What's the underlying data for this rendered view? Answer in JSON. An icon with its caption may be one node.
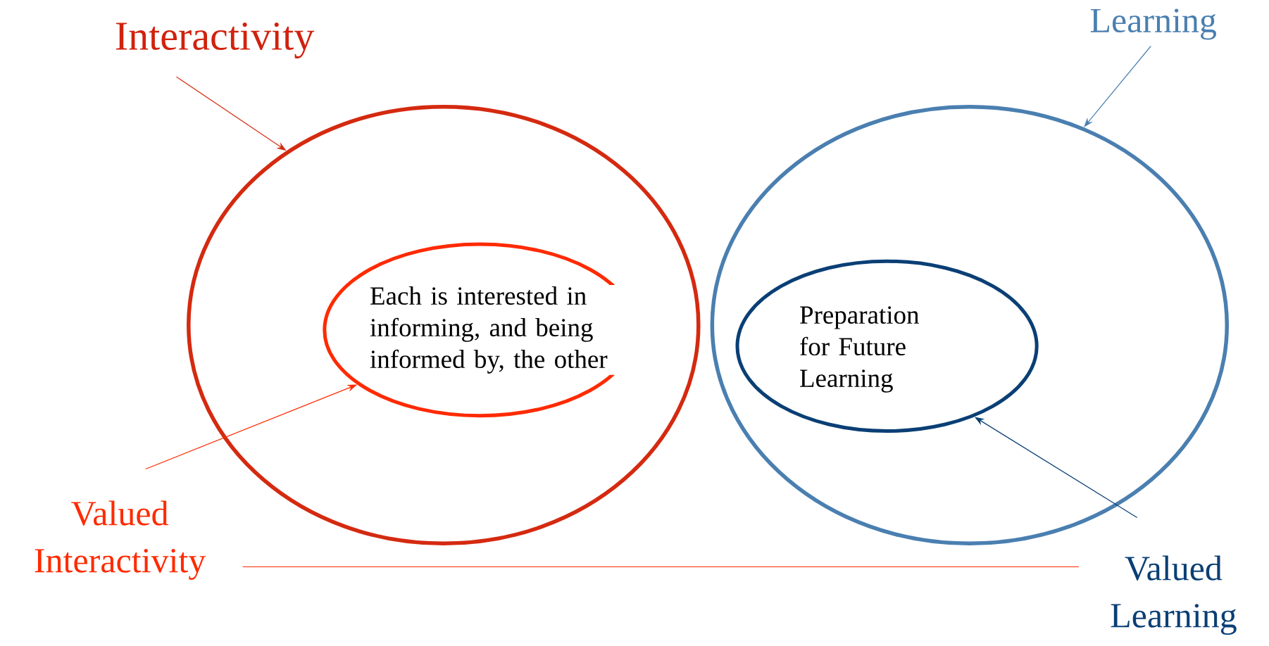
{
  "diagram": {
    "nodes": [
      {
        "text": [
          "Interactivity"
        ]
      },
      {
        "text": [],
        "shape": "circle"
      },
      {
        "text": [
          "Each is interested in informing, and being informed by, the other"
        ],
        "in": 1
      },
      {
        "text": [
          "Valued Interactivity"
        ]
      },
      {
        "text": [
          "Learning"
        ]
      },
      {
        "text": [],
        "shape": "circle"
      },
      {
        "text": [
          "Preparation for Future Learning"
        ],
        "in": 5
      },
      {
        "text": [
          "Valued Learning"
        ]
      }
    ],
    "edges": [
      {
        "from": 0,
        "to": 1,
        "arrow": "to",
        "color": "#d42a10"
      },
      {
        "from": 3,
        "to": 2,
        "arrow": "to"
      },
      {
        "from": 4,
        "to": 5,
        "arrow": "to",
        "color": "#4a7fb0"
      },
      {
        "from": 7,
        "to": 6,
        "arrow": "to",
        "color": "#0a3f75"
      },
      {
        "from": 3,
        "to": 7,
        "arrow": "none"
      }
    ]
  }
}
